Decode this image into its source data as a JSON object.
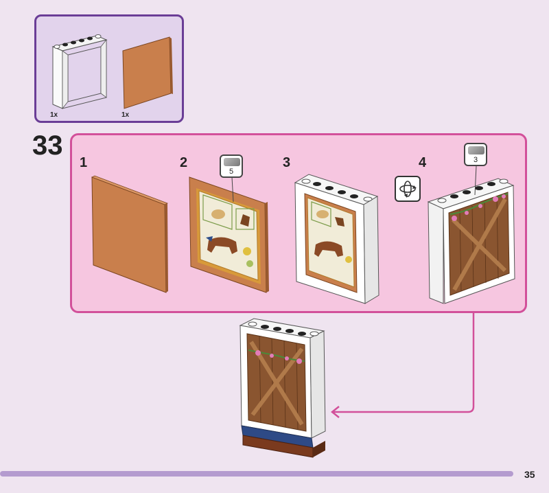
{
  "parts_list": {
    "items": [
      {
        "name": "white frame 1x6x6",
        "qty": "1x"
      },
      {
        "name": "tan panel",
        "qty": "1x"
      }
    ]
  },
  "step": {
    "number": "33",
    "substeps": [
      {
        "number": "1"
      },
      {
        "number": "2",
        "sticker": "5"
      },
      {
        "number": "3"
      },
      {
        "number": "4",
        "sticker": "3"
      }
    ]
  },
  "page": {
    "number": "35"
  },
  "colors": {
    "background": "#efe4f0",
    "parts_box": "#e2d3ec",
    "parts_border": "#6a3d96",
    "panel": "#f6c6e0",
    "panel_border": "#d2509a",
    "wood": "#8a5530",
    "tan": "#c97f4c"
  }
}
